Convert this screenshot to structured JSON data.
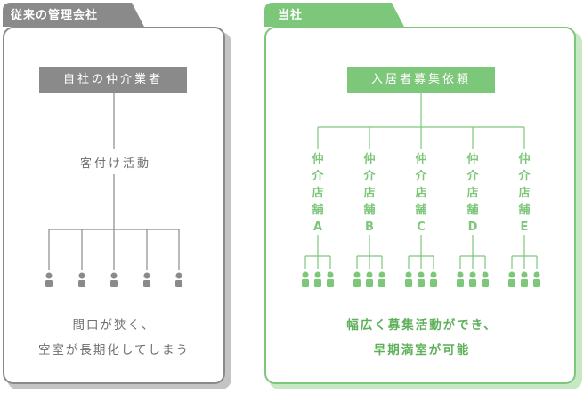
{
  "colors": {
    "gray": "#8a8a8a",
    "gray_shadow": "#c4c4c4",
    "gray_text": "#6e6e6e",
    "green": "#7dc77a",
    "green_shadow": "#c6e8c3",
    "green_text": "#5fb05b"
  },
  "left": {
    "tab": "従来の管理会社",
    "top_box": "自社の仲介業者",
    "middle_label": "客付け活動",
    "caption": [
      "間口が狭く、",
      "空室が長期化してしまう"
    ],
    "person_icon": "person-icon"
  },
  "right": {
    "tab": "当社",
    "top_box": "入居者募集依頼",
    "stores": [
      {
        "chars": [
          "仲",
          "介",
          "店",
          "舗",
          "A"
        ]
      },
      {
        "chars": [
          "仲",
          "介",
          "店",
          "舗",
          "B"
        ]
      },
      {
        "chars": [
          "仲",
          "介",
          "店",
          "舗",
          "C"
        ]
      },
      {
        "chars": [
          "仲",
          "介",
          "店",
          "舗",
          "D"
        ]
      },
      {
        "chars": [
          "仲",
          "介",
          "店",
          "舗",
          "E"
        ]
      }
    ],
    "caption": [
      "幅広く募集活動ができ、",
      "早期満室が可能"
    ],
    "person_icon": "person-icon"
  }
}
